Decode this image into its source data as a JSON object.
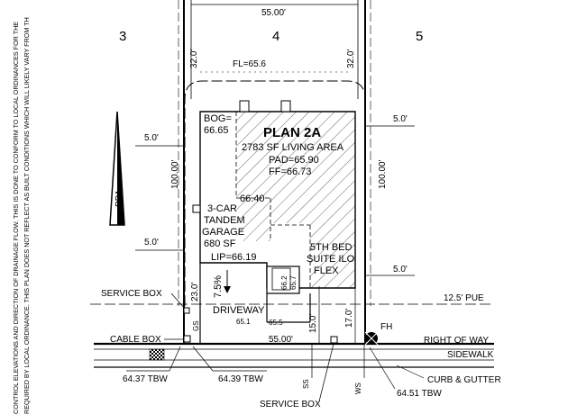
{
  "lots": {
    "left": "3",
    "center": "4",
    "right": "5"
  },
  "side_note": {
    "line1": "CONTROL ELEVATIONS AND DIRECTION OF DRAINAGE FLOW. THIS IS DONE TO CONFORM TO LOCAL ORDINANCES FOR THE",
    "line2": "REQUIRED BY LOCAL ORDINANCE. THIS PLAN DOES NOT REFLECT AS BUILT CONDITIONS WHICH WILL LIKELY VARY FROM TH"
  },
  "dimensions": {
    "lot_width_top": "55.00'",
    "lot_width_bottom": "55.00'",
    "rear_setback_left": "32.0'",
    "rear_setback_right": "32.0'",
    "side_setback_left_upper": "5.0'",
    "side_setback_left_lower": "5.0'",
    "side_setback_right_upper": "5.0'",
    "side_setback_right_lower": "5.0'",
    "lot_depth_left": "100.00'",
    "lot_depth_right": "100.00'",
    "garage_setback": "23.0'",
    "front_setback_15": "15.0'",
    "front_setback_17": "17.0'",
    "driveway_slope": "7.5%"
  },
  "elevations": {
    "fl": "FL=65.6",
    "bog_label": "BOG=",
    "bog_value": "66.65",
    "pt_6640": "66.40",
    "lip": "LIP=66.19",
    "driveway_651": "65.1",
    "pt_655": "65.5",
    "pt_662": "66.2",
    "pt_657": "65.7",
    "tbw_left": "64.37 TBW",
    "tbw_center": "64.39 TBW",
    "tbw_right": "64.51 TBW"
  },
  "house": {
    "plan_name": "PLAN 2A",
    "living_area": "2783 SF LIVING AREA",
    "pad": "PAD=65.90",
    "ff": "FF=66.73",
    "garage_line1": "3-CAR",
    "garage_line2": "TANDEM",
    "garage_line3": "GARAGE",
    "garage_line4": "680 SF",
    "bed_line1": "5TH BED",
    "bed_line2": "SUITE ILO",
    "bed_line3": "FLEX"
  },
  "utilities": {
    "service_box_top": "SERVICE BOX",
    "service_box_bottom": "SERVICE BOX",
    "cable_box": "CABLE BOX",
    "gs": "GS",
    "ss": "SS",
    "ws": "WS",
    "fh": "FH",
    "driveway": "DRIVEWAY"
  },
  "street": {
    "pue": "12.5' PUE",
    "row": "RIGHT OF WAY",
    "sidewalk": "SIDEWALK",
    "curb": "CURB & GUTTER"
  },
  "north_arrow_letters": "PPA"
}
